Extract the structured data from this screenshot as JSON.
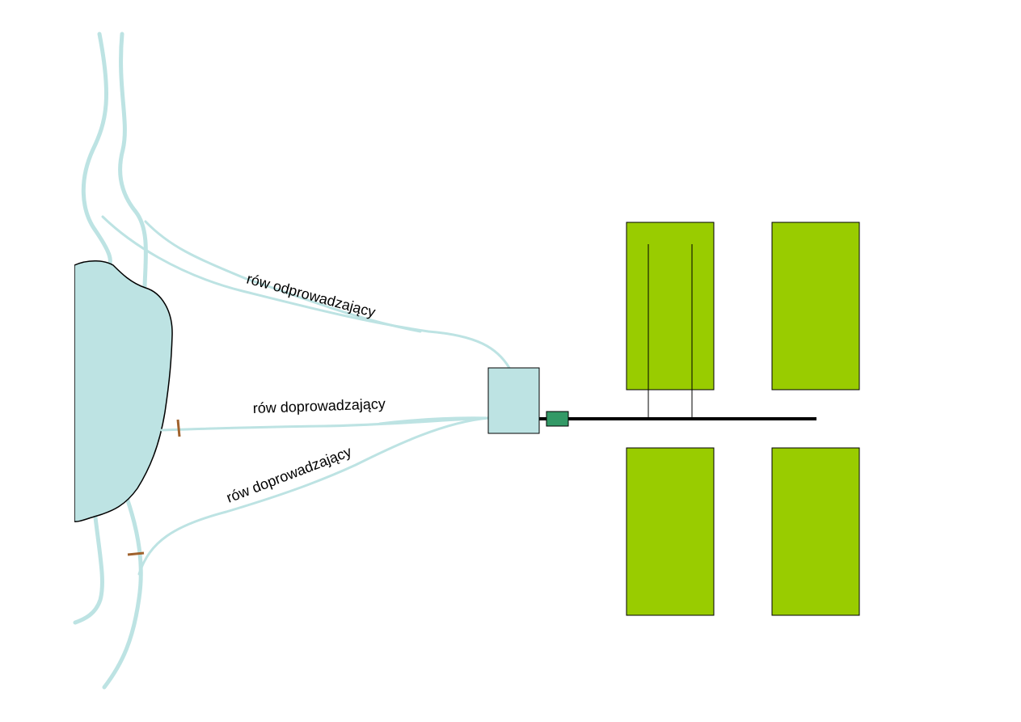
{
  "labels": {
    "outflow_ditch": "rów odprowadzający",
    "inflow_ditch_1": "rów doprowadzający",
    "inflow_ditch_2": "rów doprowadzający"
  },
  "colors": {
    "water": "#bde3e3",
    "field": "#99cc00",
    "pump": "#339966",
    "gate": "#a0622d",
    "pipe": "#000000",
    "outline": "#000000",
    "background": "#ffffff"
  },
  "icons": {
    "gates": "sluice-gate-icon",
    "pump": "pump-icon"
  }
}
